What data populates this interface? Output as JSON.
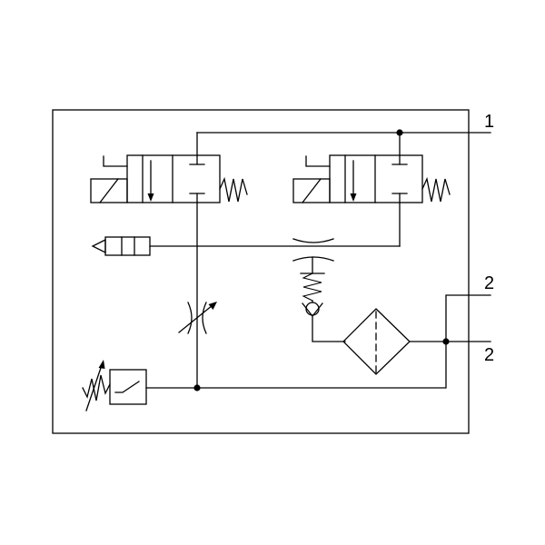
{
  "ports": {
    "port_1": "1",
    "port_2_upper": "2",
    "port_2_lower": "2"
  },
  "colors": {
    "line": "#000000",
    "background": "#ffffff"
  }
}
